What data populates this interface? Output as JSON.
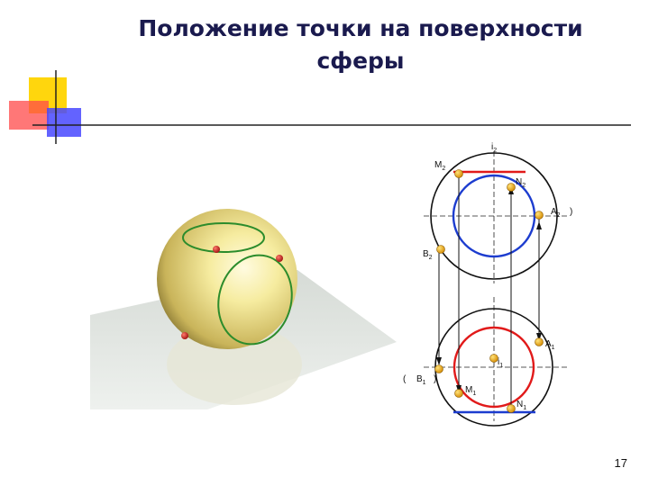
{
  "slide": {
    "title_line1": "Положение точки на поверхности",
    "title_line2": "сферы",
    "slide_number": "17"
  },
  "labels": {
    "i2": {
      "main": "i",
      "sub": "2"
    },
    "M2": {
      "main": "M",
      "sub": "2"
    },
    "N2": {
      "main": "N",
      "sub": "2"
    },
    "A2": {
      "main": "A",
      "sub": "2"
    },
    "B2": {
      "main": "B",
      "sub": "2"
    },
    "A1": {
      "main": "A",
      "sub": "1"
    },
    "i1": {
      "main": "i",
      "sub": "1"
    },
    "B1": {
      "main": "B",
      "sub": "1"
    },
    "M1": {
      "main": "M",
      "sub": "1"
    },
    "N1": {
      "main": "N",
      "sub": "1"
    },
    "paren_open": "(",
    "paren_close_b": ")",
    "paren_close_a": ")"
  },
  "colors": {
    "title": "#1a1a4e",
    "red": "#e11a1a",
    "blue": "#1c3ccf",
    "green": "#1f8a1f",
    "point": "#f0a000",
    "accent_yellow": "#ffd400",
    "accent_red": "#ff3030",
    "accent_blue": "#3a3aff"
  }
}
